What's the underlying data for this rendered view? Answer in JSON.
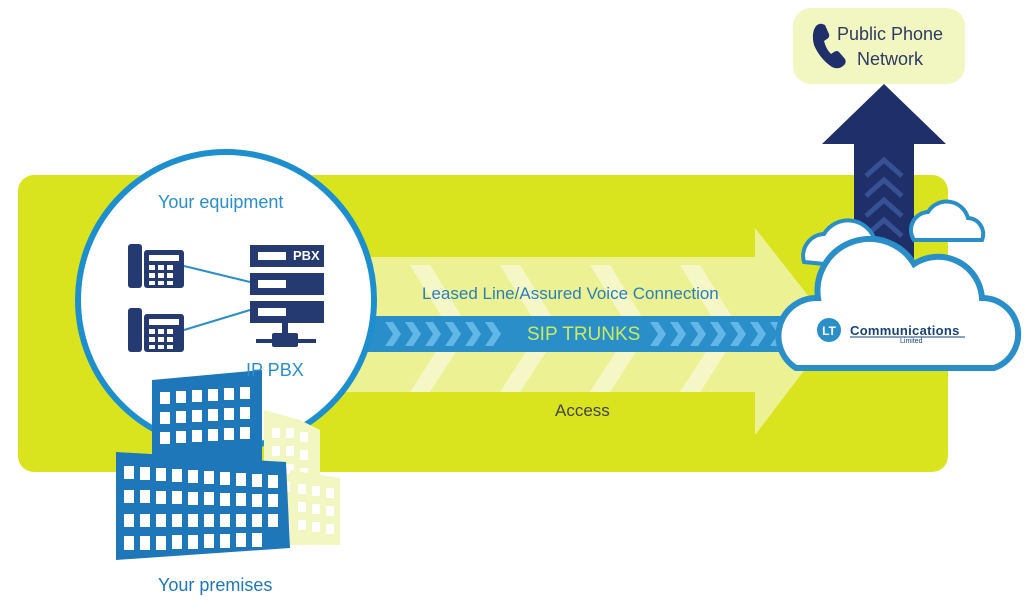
{
  "labels": {
    "your_equipment": "Your equipment",
    "pbx_tag": "PBX",
    "ip_pbx": "IP PBX",
    "leased_line": "Leased Line/Assured Voice Connection",
    "sip_trunks": "SIP TRUNKS",
    "access": "Access",
    "your_premises": "Your premises",
    "public_phone_line1": "Public Phone",
    "public_phone_line2": "Network",
    "logo_badge": "LT",
    "logo_name": "Communications",
    "logo_sub": "Limited"
  },
  "icons": {
    "desk_phone": "desk-phone-icon",
    "server": "server-stack-icon",
    "building": "office-building-icon",
    "cloud": "cloud-icon",
    "handset": "phone-handset-icon",
    "up_arrow": "up-arrow-icon"
  },
  "colors": {
    "lime": "#d9e41f",
    "navy": "#1f2f69",
    "blue": "#2a8ec9",
    "light_blue": "#55b4e4",
    "pale_yellow": "#f2f6c0"
  }
}
